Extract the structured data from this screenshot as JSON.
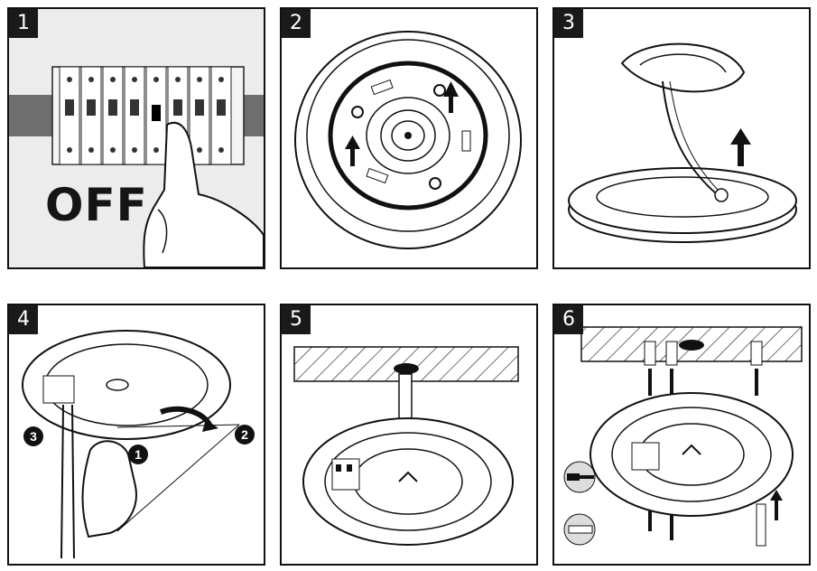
{
  "steps": [
    {
      "number": "1",
      "label": "OFF"
    },
    {
      "number": "2"
    },
    {
      "number": "3"
    },
    {
      "number": "4",
      "callouts": [
        "1",
        "2",
        "3"
      ]
    },
    {
      "number": "5"
    },
    {
      "number": "6"
    }
  ],
  "colors": {
    "ink": "#111111",
    "panel_bg": "#ffffff",
    "switch_panel_bg": "#ececec"
  },
  "icons": [
    "hand-icon",
    "arrow-up-icon",
    "screwdriver-icon",
    "screw-icon",
    "wall-plug-icon"
  ]
}
